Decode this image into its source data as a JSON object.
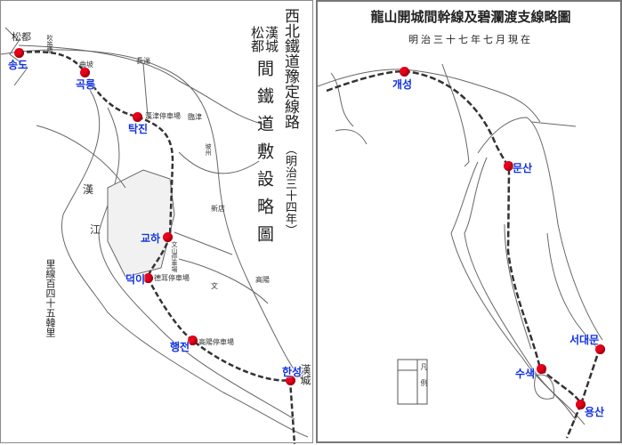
{
  "left_map": {
    "title_line1": "西北鐵道豫定線路",
    "title_sub": "（明治三十四年）",
    "title_col_a": "漢城",
    "title_col_b": "松都",
    "title_main": "間鐵道敷設略圖",
    "distance_note": "里線百四十五韓里",
    "place_labels": [
      "松都",
      "吹笛橋",
      "長湍",
      "臨津",
      "坡州",
      "漢",
      "江",
      "新店",
      "文",
      "高陽",
      "漢城",
      "曲坡",
      "漢津停車場",
      "文山停車場",
      "德耳停車場",
      "高陽停車場"
    ],
    "stations": [
      {
        "name": "송도"
      },
      {
        "name": "곡릉"
      },
      {
        "name": "탁진"
      },
      {
        "name": "교하"
      },
      {
        "name": "덕이"
      },
      {
        "name": "행전"
      },
      {
        "name": "한성"
      }
    ]
  },
  "right_map": {
    "title": "龍山開城間幹線及碧瀾渡支線略圖",
    "subtitle": "明治三十七年七月現在",
    "legend_title": "凡例",
    "stations": [
      {
        "name": "개성"
      },
      {
        "name": "문산"
      },
      {
        "name": "서대문"
      },
      {
        "name": "수색"
      },
      {
        "name": "용산"
      }
    ]
  },
  "colors": {
    "station_dot": "#e8001a",
    "station_label": "#1030e0",
    "lines": "#555555"
  }
}
